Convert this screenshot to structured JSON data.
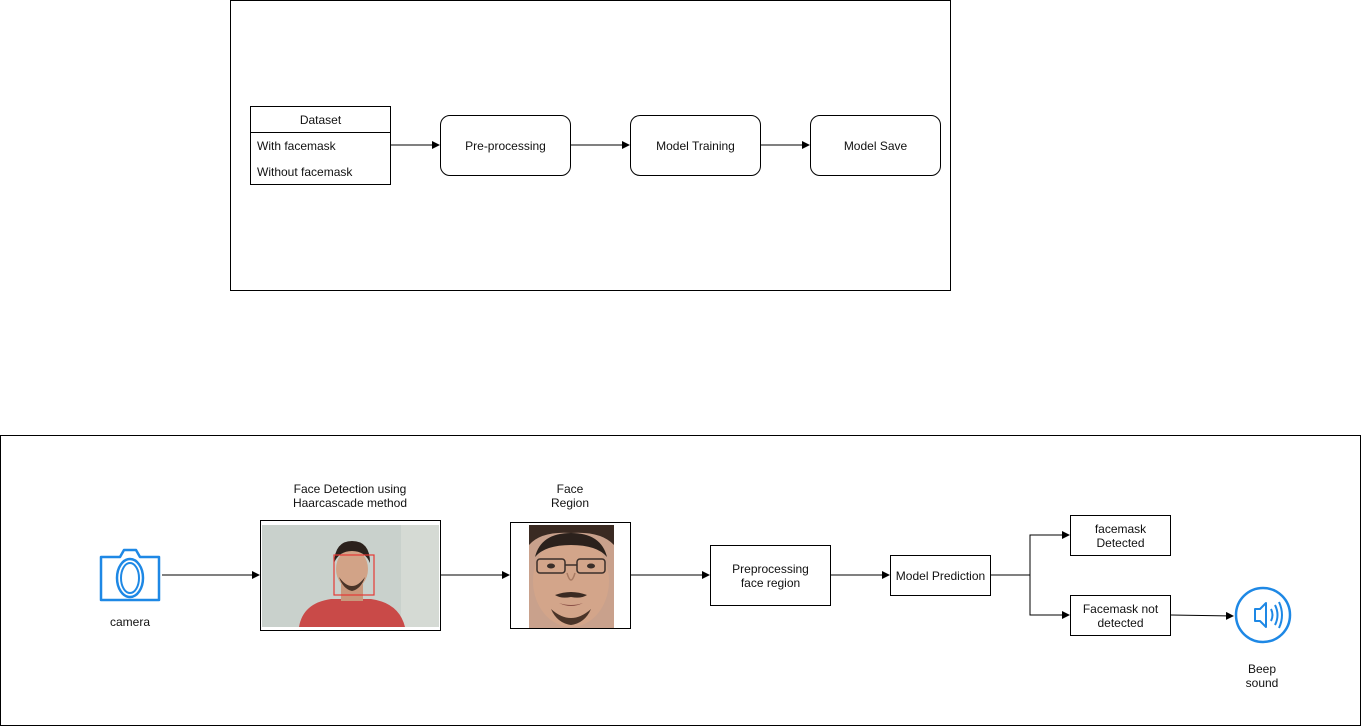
{
  "training": {
    "dataset": {
      "header": "Dataset",
      "items": [
        "With facemask",
        "Without facemask"
      ]
    },
    "preprocessing": "Pre-processing",
    "model_training": "Model Training",
    "model_save": "Model Save"
  },
  "inference": {
    "camera_label": "camera",
    "face_detection_title_1": "Face Detection using",
    "face_detection_title_2": "Haarcascade method",
    "face_region_title_1": "Face",
    "face_region_title_2": "Region",
    "preprocessing_1": "Preprocessing",
    "preprocessing_2": "face region",
    "model_prediction": "Model Prediction",
    "detected_1": "facemask",
    "detected_2": "Detected",
    "not_detected_1": "Facemask not",
    "not_detected_2": "detected",
    "beep_1": "Beep",
    "beep_2": "sound"
  },
  "colors": {
    "icon_blue": "#1e88e5",
    "detection_box": "#e53935",
    "shirt_red": "#c94a48"
  }
}
